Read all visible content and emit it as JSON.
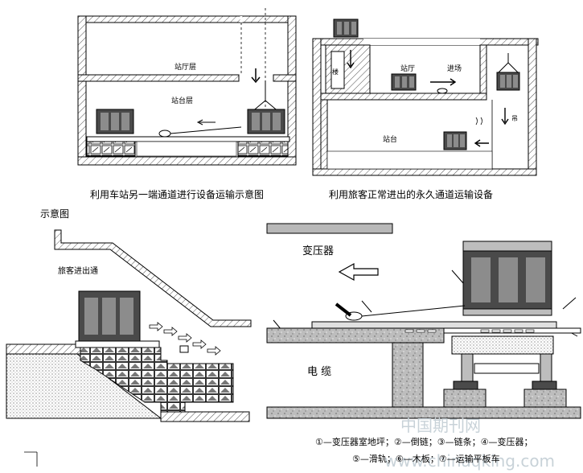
{
  "captions": {
    "top_left": "利用车站另一端通道进行设备运输示意图",
    "top_right": "利用旅客正常进出的永久通道运输设备",
    "continuation": "示意图"
  },
  "top_left": {
    "hall_floor": "站厅层",
    "platform_floor": "站台层"
  },
  "top_right": {
    "hall": "站厅",
    "entry": "进场",
    "platform": "站台",
    "stair_char": "楼",
    "hoist_char": "吊"
  },
  "bottom_left": {
    "passage": "旅客进出通"
  },
  "bottom_right": {
    "transformer": "变压器",
    "cable": "电  缆",
    "legend_line1": "①—变压器室地坪；②—倒链；③—链条；④—变压器；",
    "legend_line2": "⑤—滑轨；⑥—木板；⑦—运输平板车"
  },
  "watermark": {
    "cn": "中国期刊网",
    "url": "www.chinaqking.com"
  },
  "colors": {
    "line": "#000000",
    "concrete": "#b8b8b8",
    "transformer_body": "#4a4a4a",
    "transformer_core": "#8c8c8c",
    "watermark": "#c8d2d8"
  }
}
